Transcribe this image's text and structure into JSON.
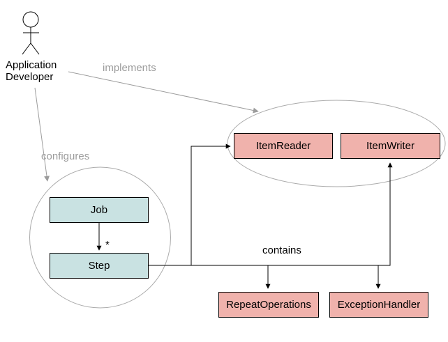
{
  "actor": {
    "label_line1": "Application",
    "label_line2": "Developer"
  },
  "labels": {
    "implements": "implements",
    "configures": "configures",
    "contains": "contains",
    "multiplicity": "*"
  },
  "nodes": {
    "job": "Job",
    "step": "Step",
    "item_reader": "ItemReader",
    "item_writer": "ItemWriter",
    "repeat_operations": "RepeatOperations",
    "exception_handler": "ExceptionHandler"
  },
  "colors": {
    "background": "#ffffff",
    "core_node_fill": "#c9e2e2",
    "strategy_node_fill": "#f0b2ac",
    "node_border": "#000000",
    "connector_black": "#000000",
    "connector_grey": "#9c9c9c",
    "grouping_outline_grey": "#aaaaaa"
  }
}
